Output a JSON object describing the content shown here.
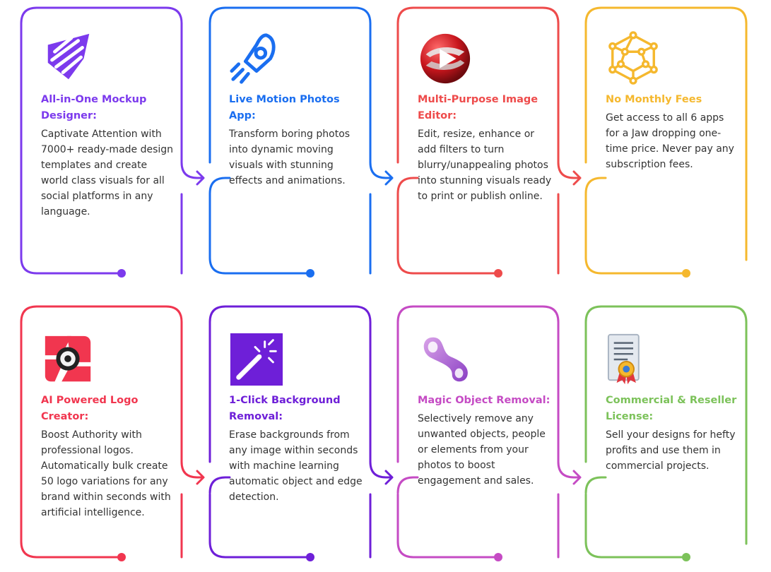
{
  "cards": [
    {
      "title": "All-in-One Mockup Designer:",
      "description": "Captivate Attention with 7000+ ready-made design templates and create world class visuals for all social platforms in any language.",
      "color": "#7c3aed",
      "icon": "tag-stripes-icon"
    },
    {
      "title": "Live Motion Photos App:",
      "description": "Transform boring photos into dynamic moving visuals with stunning effects and animations.",
      "color": "#1a6ef0",
      "icon": "rocket-icon"
    },
    {
      "title": "Multi-Purpose Image Editor:",
      "description": "Edit, resize, enhance or add filters to turn blurry/unappealing photos into stunning visuals ready to print or publish online.",
      "color": "#ee4b4b",
      "icon": "play-orb-icon"
    },
    {
      "title": "No Monthly Fees",
      "description": "Get access to all 6 apps for a Jaw dropping one-time price. Never pay any subscription fees.",
      "color": "#f5b82e",
      "icon": "network-nodes-icon"
    },
    {
      "title": "AI Powered Logo Creator:",
      "description": "Boost Authority with professional logos. Automatically bulk create 50 logo variations for any brand within seconds with artificial intelligence.",
      "color": "#f1364f",
      "icon": "camera-logo-icon"
    },
    {
      "title": "1-Click Background Removal:",
      "description": "Erase backgrounds from any image within seconds with machine learning automatic object and edge detection.",
      "color": "#6e1fd8",
      "icon": "magic-wand-icon"
    },
    {
      "title": "Magic Object Removal:",
      "description": "Selectively remove any unwanted objects, people or elements from your photos to boost engagement and sales.",
      "color": "#c54bc4",
      "icon": "infinity-shape-icon"
    },
    {
      "title": "Commercial & Reseller License:",
      "description": "Sell your designs for hefty profits and use them in commercial projects.",
      "color": "#7cc25a",
      "icon": "certificate-icon"
    }
  ]
}
